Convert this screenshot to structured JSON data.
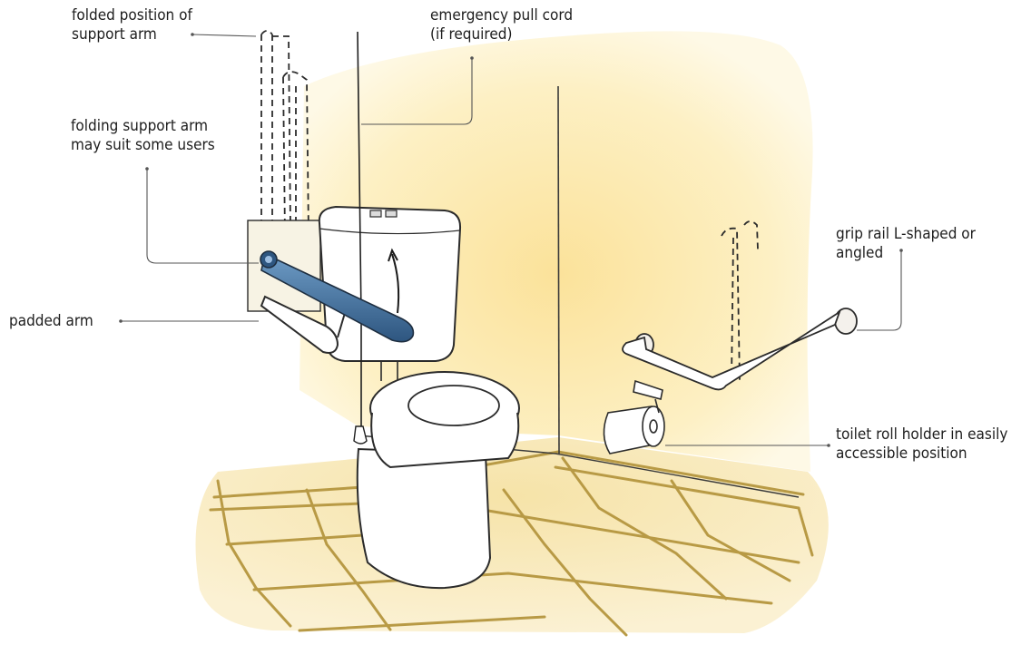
{
  "labels": {
    "folded_position": [
      "folded position of",
      "support arm"
    ],
    "pull_cord": [
      "emergency pull cord",
      "(if required)"
    ],
    "folding_arm": [
      "folding support arm",
      "may suit some users"
    ],
    "padded_arm": [
      "padded arm"
    ],
    "grip_rail": [
      "grip rail L-shaped or",
      "angled"
    ],
    "toilet_roll": [
      "toilet roll holder in easily",
      "accessible position"
    ]
  },
  "colors": {
    "wall_yellow": "#fbe9a6",
    "wall_fade": "#fdf6d8",
    "floor_tile": "#f3dfa2",
    "grout": "#b89a45",
    "arm_blue": "#3f6f9f",
    "line": "#2b2b2b",
    "leader": "#555555"
  }
}
